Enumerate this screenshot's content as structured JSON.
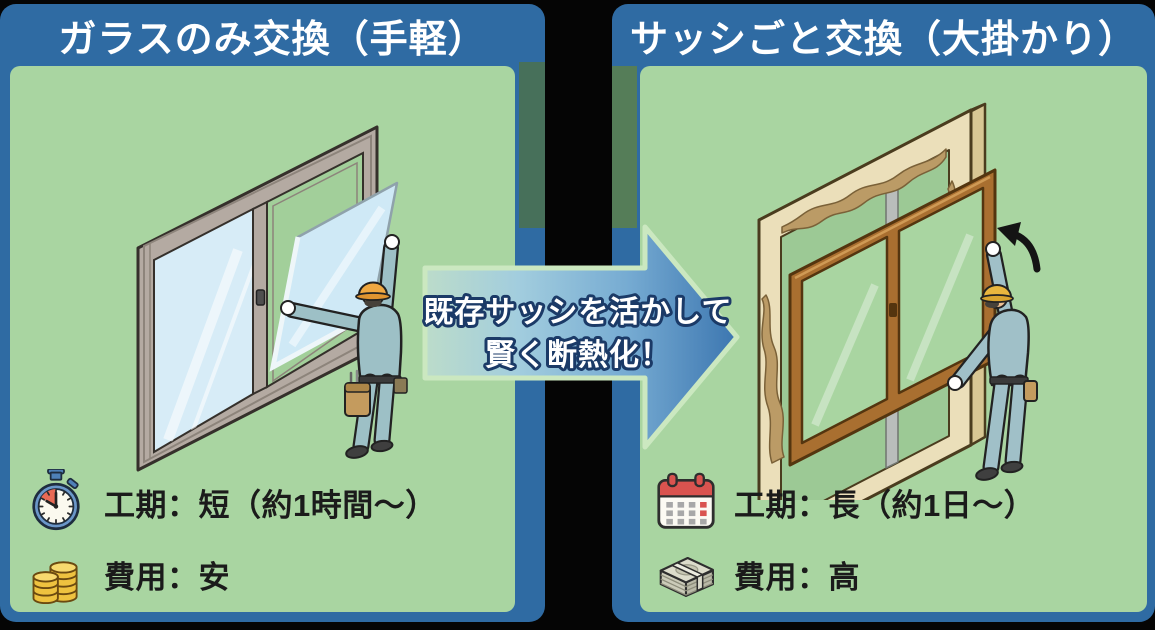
{
  "left_panel": {
    "title": "ガラスのみ交換（手軽）",
    "illustration": "worker-lifting-glass-pane-from-aluminum-window",
    "rows": [
      {
        "icon": "stopwatch-icon",
        "label": "工期：短（約1時間～）"
      },
      {
        "icon": "coins-icon",
        "label": "費用：安"
      }
    ]
  },
  "right_panel": {
    "title": "サッシごと交換（大掛かり）",
    "illustration": "worker-removing-whole-sash-from-window-frame",
    "rows": [
      {
        "icon": "calendar-icon",
        "label": "工期：長（約1日～）"
      },
      {
        "icon": "money-stack-icon",
        "label": "費用：高"
      }
    ]
  },
  "center_arrow": {
    "line1": "既存サッシを活かして",
    "line2": "賢く断熱化！"
  },
  "colors": {
    "header_blue": "#2f6ba3",
    "panel_green": "#a9d5a1",
    "edge_dark_green_left": "#47705a",
    "edge_dark_green_right": "#557d58",
    "background_black": "#050505",
    "arrow_gradient_start": "#bcdcca",
    "arrow_gradient_end": "#3c76b0",
    "arrow_outline_green": "#cbe8c0",
    "arrow_text_outline_navy": "#1b3a67",
    "info_text_dark": "#1b1b1b",
    "helmet_orange": "#f0a841",
    "uniform_teal": "#9dc0c6",
    "wood_sash_brown": "#a96f30",
    "frame_cream": "#ebdfba"
  }
}
